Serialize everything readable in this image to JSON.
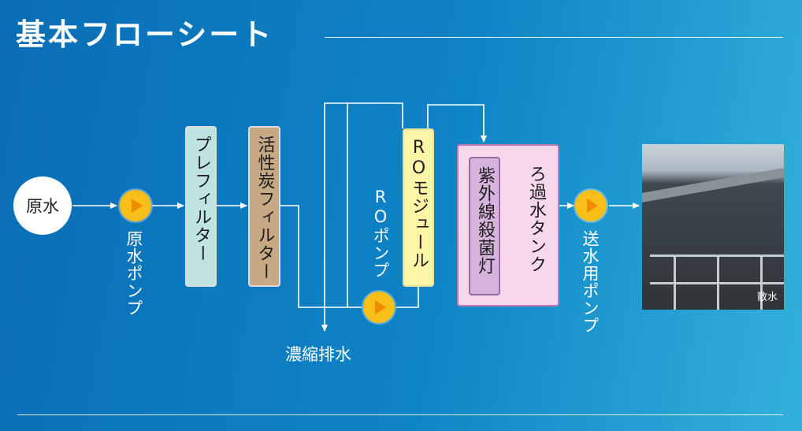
{
  "title": "基本フローシート",
  "nodes": {
    "raw_water": "原水",
    "raw_water_pump": "原水ポンプ",
    "prefilter": "プレフィルター",
    "carbon_filter": "活性炭フィルター",
    "ro_pump": "ROポンプ",
    "ro_module": "ROモジュール",
    "filtered_tank": "ろ過水タンク",
    "uv_lamp": "紫外線殺菌灯",
    "supply_pump": "送水用ポンプ",
    "concentrate_drain": "濃縮排水",
    "photo_caption": "散水"
  },
  "colors": {
    "prefilter": "#bfe3e2",
    "carbon_filter": "#c8a985",
    "ro_module": "#fff5a6",
    "tank": "#f7d7ec",
    "uv_lamp": "#d6b3dc",
    "pump": "#f7bf17"
  }
}
